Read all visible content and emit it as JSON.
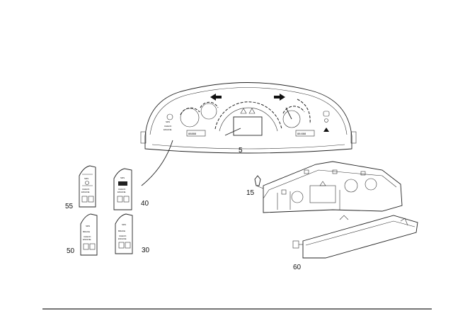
{
  "callouts": {
    "cluster": "5",
    "bulb": "15",
    "panel_a": "55",
    "panel_b": "40",
    "panel_c": "50",
    "panel_d": "30",
    "lens": "60"
  },
  "panel_labels": {
    "srs": "SRS",
    "check": "CHECK",
    "engine": "ENGINE",
    "brake": "BRAKE"
  },
  "cluster_labels": {
    "srs": "SRS",
    "check": "CHECK",
    "engine": "ENGINE",
    "odometer_left": "88888",
    "odometer_right": "88:888"
  }
}
